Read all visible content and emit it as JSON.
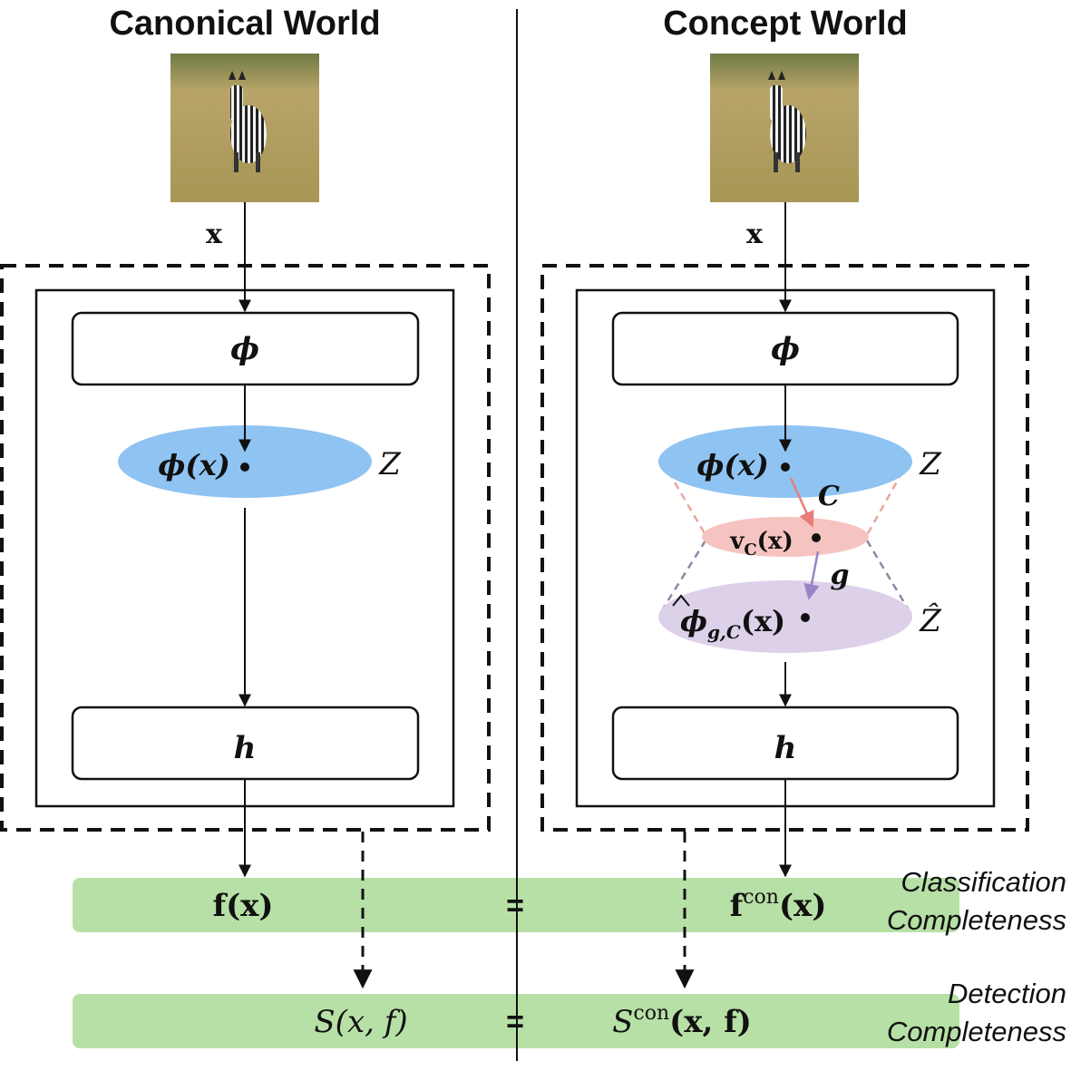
{
  "left": {
    "title": "Canonical World",
    "input_label": "x",
    "encoder_label": "ϕ",
    "latent_label": "ϕ(x)",
    "space_label": "Z",
    "head_label": "h",
    "output_label": "f(x)",
    "score_label": "S(x, f)"
  },
  "right": {
    "title": "Concept World",
    "input_label": "x",
    "encoder_label": "ϕ",
    "latent_label": "ϕ(x)",
    "space_label": "Z",
    "concept_label": "C",
    "concept_vec_label": "v",
    "concept_vec_sub": "C",
    "concept_vec_arg": "(x)",
    "map_label": "g",
    "recon_label": "ϕ",
    "recon_sub": "g,C",
    "recon_arg": "(x)",
    "recon_space_label": "Ẑ",
    "head_label": "h",
    "output_base": "f",
    "output_sup": "con",
    "output_arg": "(x)",
    "score_base": "S",
    "score_sup": "con",
    "score_arg": "(x, f)"
  },
  "equals_top": "=",
  "equals_bottom": "=",
  "classification_line1": "Classification",
  "classification_line2": "Completeness",
  "detection_line1": "Detection",
  "detection_line2": "Completeness",
  "colors": {
    "green_bar": "#b7e0a6",
    "blue_ellipse": "#8fc3f2",
    "red_ellipse": "#f6c4c0",
    "purple_ellipse": "#ddd0e9",
    "concept_red": "#e87d7b",
    "map_purple": "#9a84c4",
    "grass_a": "#b8a468",
    "grass_b": "#8d8a4e"
  }
}
